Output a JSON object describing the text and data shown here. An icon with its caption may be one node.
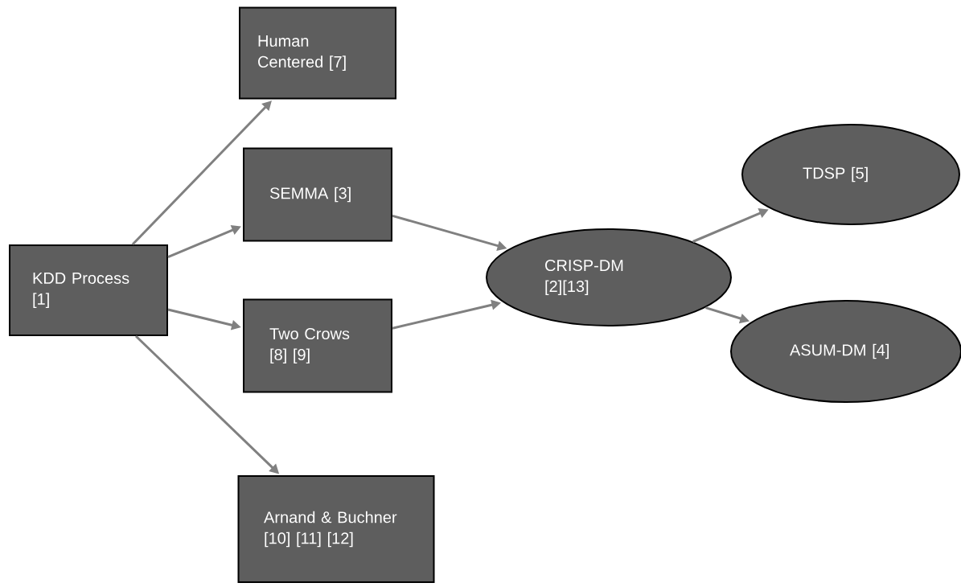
{
  "diagram": {
    "nodes": [
      {
        "text": [
          "KDD Process [1]"
        ]
      },
      {
        "text": [
          "Human Centered [7]"
        ]
      },
      {
        "text": [
          "SEMMA [3]"
        ]
      },
      {
        "text": [
          "Two Crows [8] [9]"
        ]
      },
      {
        "text": [
          "Arnand & Buchner [10] [11] [12]"
        ]
      },
      {
        "text": [
          "CRISP-DM [2][13]"
        ]
      },
      {
        "text": [
          "TDSP [5]"
        ]
      },
      {
        "text": [
          "ASUM-DM [4]"
        ]
      }
    ],
    "edges": [
      {
        "from": 0,
        "to": 1,
        "arrow": "to"
      },
      {
        "from": 0,
        "to": 2,
        "arrow": "to"
      },
      {
        "from": 0,
        "to": 3,
        "arrow": "to"
      },
      {
        "from": 0,
        "to": 4,
        "arrow": "to"
      },
      {
        "from": 2,
        "to": 5,
        "arrow": "to"
      },
      {
        "from": 3,
        "to": 5,
        "arrow": "to"
      },
      {
        "from": 5,
        "to": 6,
        "arrow": "to"
      },
      {
        "from": 5,
        "to": 7,
        "arrow": "to"
      }
    ]
  }
}
